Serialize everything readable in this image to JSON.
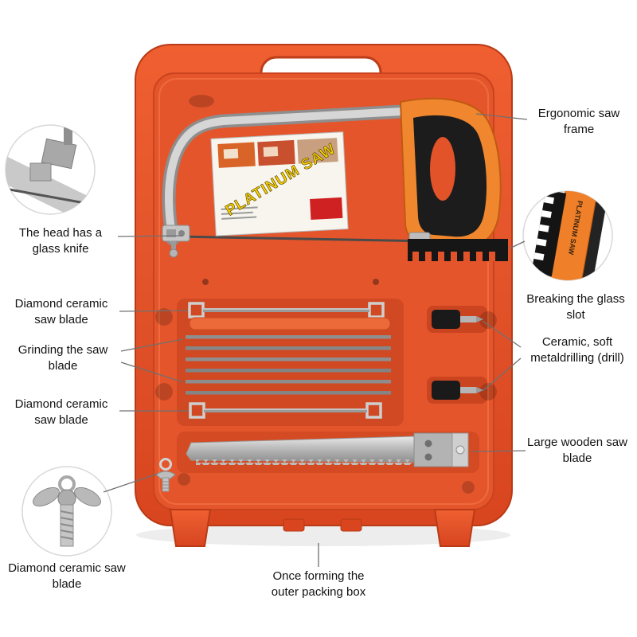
{
  "annotations": {
    "head_glass_knife": "The head has a glass knife",
    "ergonomic_frame": "Ergonomic saw frame",
    "breaking_glass_slot": "Breaking the glass slot",
    "diamond_ceramic_top": "Diamond ceramic saw blade",
    "grinding_saw_blade": "Grinding the saw blade",
    "diamond_ceramic_mid": "Diamond ceramic saw blade",
    "ceramic_soft_drill": "Ceramic, soft metaldrilling (drill)",
    "large_wooden_saw_blade": "Large wooden saw blade",
    "diamond_ceramic_bottom": "Diamond ceramic saw blade",
    "packing_box": "Once forming the outer packing box"
  },
  "product": {
    "brand_card_text": "PLATINUM SAW",
    "handle_print_text": "PLATINUM SAW",
    "colors": {
      "case_orange": "#e2532a",
      "handle_orange": "#f0862e",
      "brand_yellow": "#ffd400"
    }
  }
}
